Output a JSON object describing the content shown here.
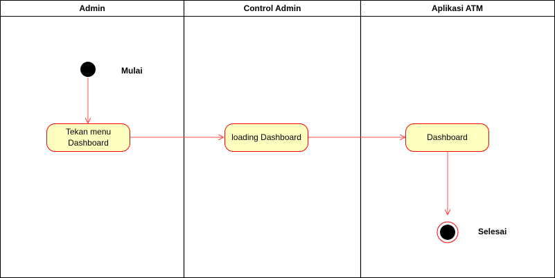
{
  "colors": {
    "line": "#000000",
    "node_fill": "#ffffc0",
    "node_stroke": "#ff0000",
    "arrow": "#ff4d4d",
    "start_fill": "#000000"
  },
  "swimlanes": [
    {
      "title": "Admin"
    },
    {
      "title": "Control Admin"
    },
    {
      "title": "Aplikasi ATM"
    }
  ],
  "nodes": {
    "start": {
      "label": "Mulai"
    },
    "tekan_menu": {
      "lines": [
        "Tekan menu",
        "Dashboard"
      ]
    },
    "loading": {
      "label": "loading Dashboard"
    },
    "dashboard": {
      "label": "Dashboard"
    },
    "end": {
      "label": "Selesai"
    }
  }
}
